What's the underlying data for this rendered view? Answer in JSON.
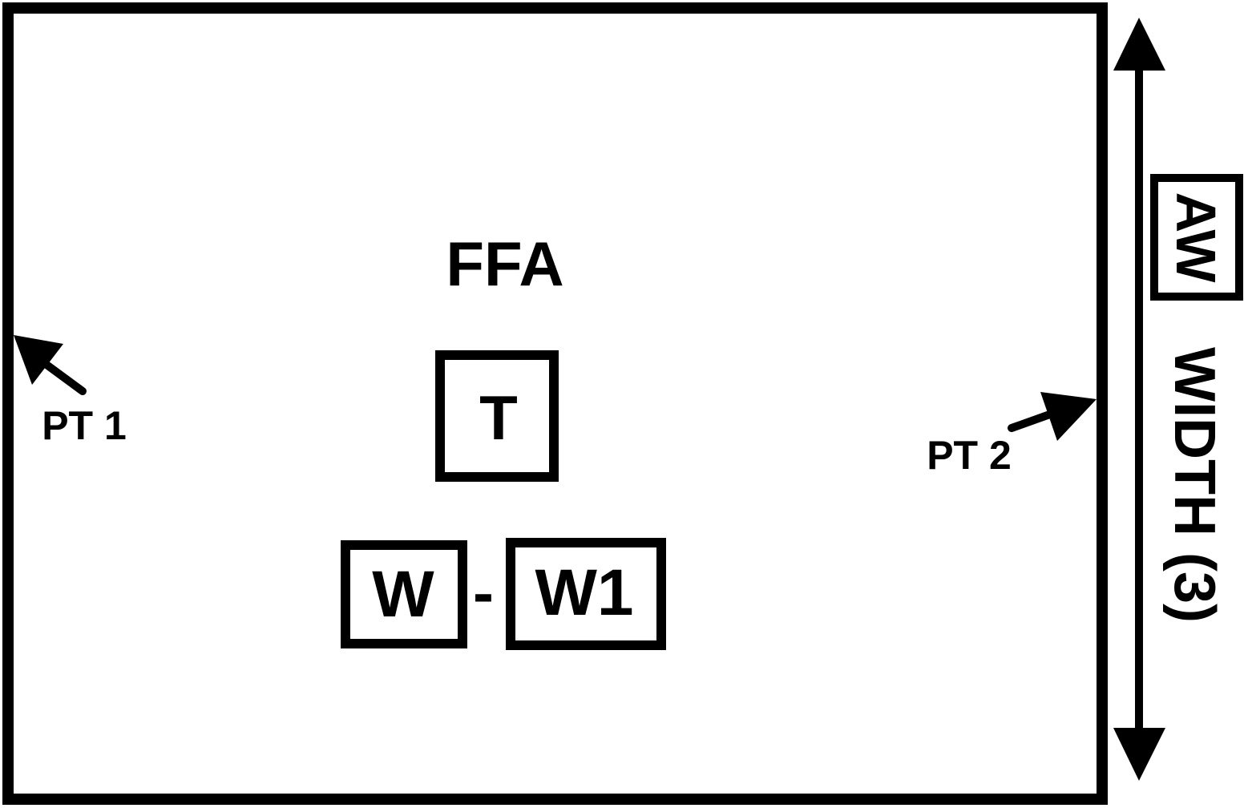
{
  "diagram": {
    "title": "FFA",
    "center_box_label": "T",
    "left_box_label": "W",
    "dash_label": "-",
    "right_box_label": "W1",
    "point1_label": "PT 1",
    "point2_label": "PT 2",
    "dimension_label": "WIDTH (3)",
    "dimension_box_label": "AW",
    "colors": {
      "stroke": "#000000",
      "background": "#ffffff"
    }
  }
}
